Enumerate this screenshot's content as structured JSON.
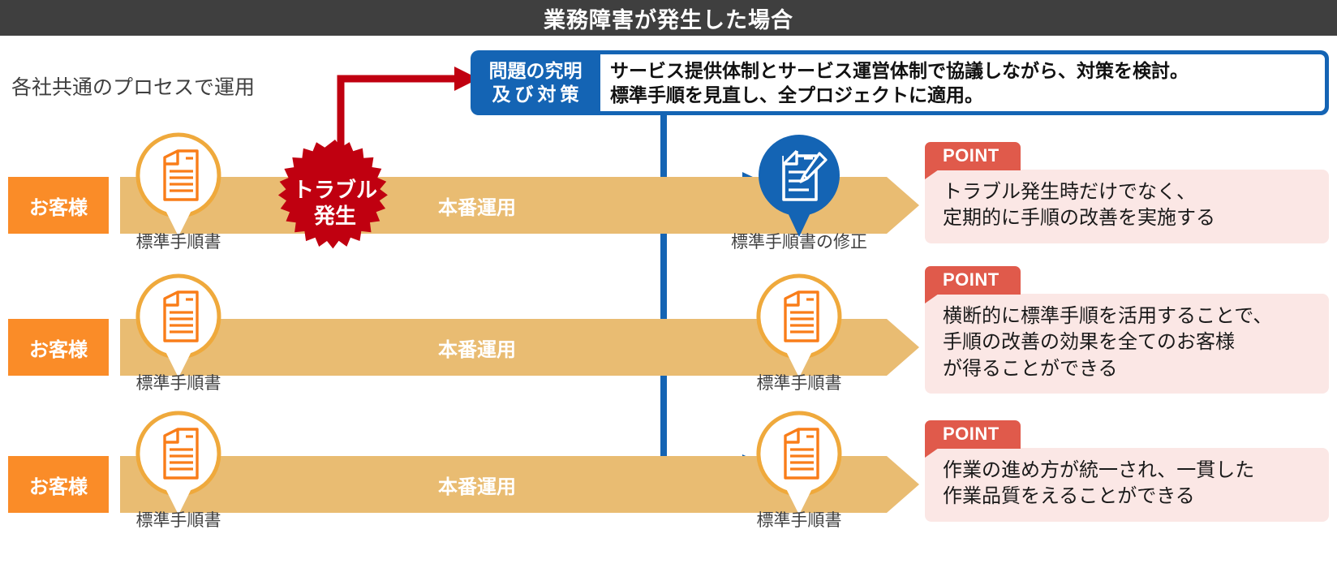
{
  "header": {
    "title": "業務障害が発生した場合",
    "bar_color": "#3f3f3f"
  },
  "left_caption": "各社共通のプロセスで運用",
  "callout": {
    "label_line1": "問題の究明",
    "label_line2": "及び対策",
    "body_line1": "サービス提供体制とサービス運営体制で協議しながら、対策を検討。",
    "body_line2": "標準手順を見直し、全プロジェクトに適用。",
    "accent_color": "#1464b4"
  },
  "trouble_badge": {
    "line1": "トラブル",
    "line2": "発生",
    "color": "#c00010"
  },
  "rows": [
    {
      "customer_label": "お客様",
      "bar_label": "本番運用",
      "start_pin": {
        "caption": "標準手順書",
        "icon": "document-icon",
        "style": "orange"
      },
      "end_pin": {
        "caption": "標準手順書の修正",
        "icon": "document-edit-icon",
        "style": "blue"
      }
    },
    {
      "customer_label": "お客様",
      "bar_label": "本番運用",
      "start_pin": {
        "caption": "標準手順書",
        "icon": "document-icon",
        "style": "orange"
      },
      "end_pin": {
        "caption": "標準手順書",
        "icon": "document-icon",
        "style": "orange"
      }
    },
    {
      "customer_label": "お客様",
      "bar_label": "本番運用",
      "start_pin": {
        "caption": "標準手順書",
        "icon": "document-icon",
        "style": "orange"
      },
      "end_pin": {
        "caption": "標準手順書",
        "icon": "document-icon",
        "style": "orange"
      }
    }
  ],
  "points": [
    {
      "tag": "POINT",
      "line1": "トラブル発生時だけでなく、",
      "line2": "定期的に手順の改善を実施する",
      "line3": ""
    },
    {
      "tag": "POINT",
      "line1": "横断的に標準手順を活用することで、",
      "line2": "手順の改善の効果を全てのお客様",
      "line3": "が得ることができる"
    },
    {
      "tag": "POINT",
      "line1": "作業の進め方が統一され、一貫した",
      "line2": "作業品質をえることができる",
      "line3": ""
    }
  ],
  "colors": {
    "customer_orange": "#fa8c28",
    "bar_tan": "#e9bc72",
    "point_tag": "#e05a4b",
    "point_body": "#fbe7e5"
  }
}
